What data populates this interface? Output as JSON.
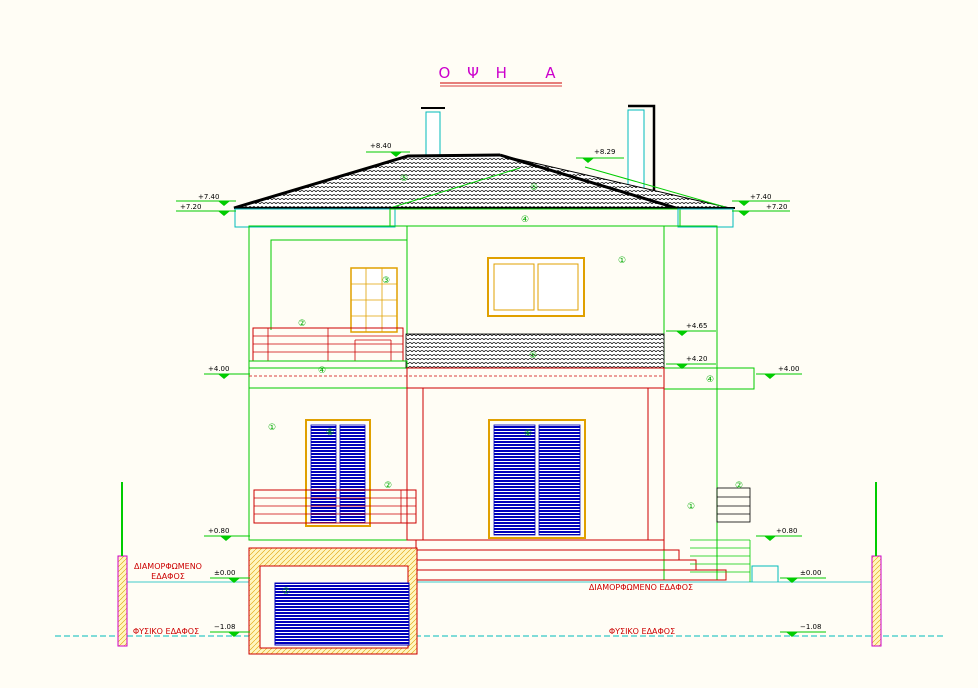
{
  "title": "Ο Ψ Η   Α",
  "colors": {
    "background": "#fffdf5",
    "outline": "#00cc00",
    "structure": "#dd0000",
    "frames": "#e0a000",
    "shutters": "#0000bb",
    "labels": "#cc0000",
    "title": "#cc00cc",
    "cyan": "#00bbbb",
    "roof": "#000000"
  },
  "levels": {
    "ridge_left": "+8.40",
    "ridge_right": "+8.29",
    "eave_left_top": "+7.40",
    "eave_left_bottom": "+7.20",
    "eave_right_top": "+7.40",
    "eave_right_bottom": "+7.20",
    "balcony_roof_top": "+4.65",
    "balcony_roof_bottom": "+4.20",
    "slab_left": "+4.00",
    "slab_right": "+4.00",
    "ground_floor_left": "+0.80",
    "ground_floor_right": "+0.80",
    "grade_left": "±0.00",
    "grade_right": "±0.00",
    "natural_left": "−1.08",
    "natural_right": "−1.08"
  },
  "ground_labels": {
    "formed_ground_left_1": "ΔΙΑΜΟΡΦΩΜΕΝΟ",
    "formed_ground_left_2": "ΕΔΑΦΟΣ",
    "formed_ground_right": "ΔΙΑΜΟΡΦΩΜΕΝΟ ΕΔΑΦΟΣ",
    "natural_ground_left": "ΦΥΣΙΚΟ ΕΔΑΦΟΣ",
    "natural_ground_right": "ΦΥΣΙΚΟ ΕΔΑΦΟΣ"
  },
  "material_tags": {
    "t1": "①",
    "t2": "②",
    "t3": "③",
    "t4": "④",
    "t5": "⑤",
    "t6": "⑥",
    "t7": "⑦"
  }
}
